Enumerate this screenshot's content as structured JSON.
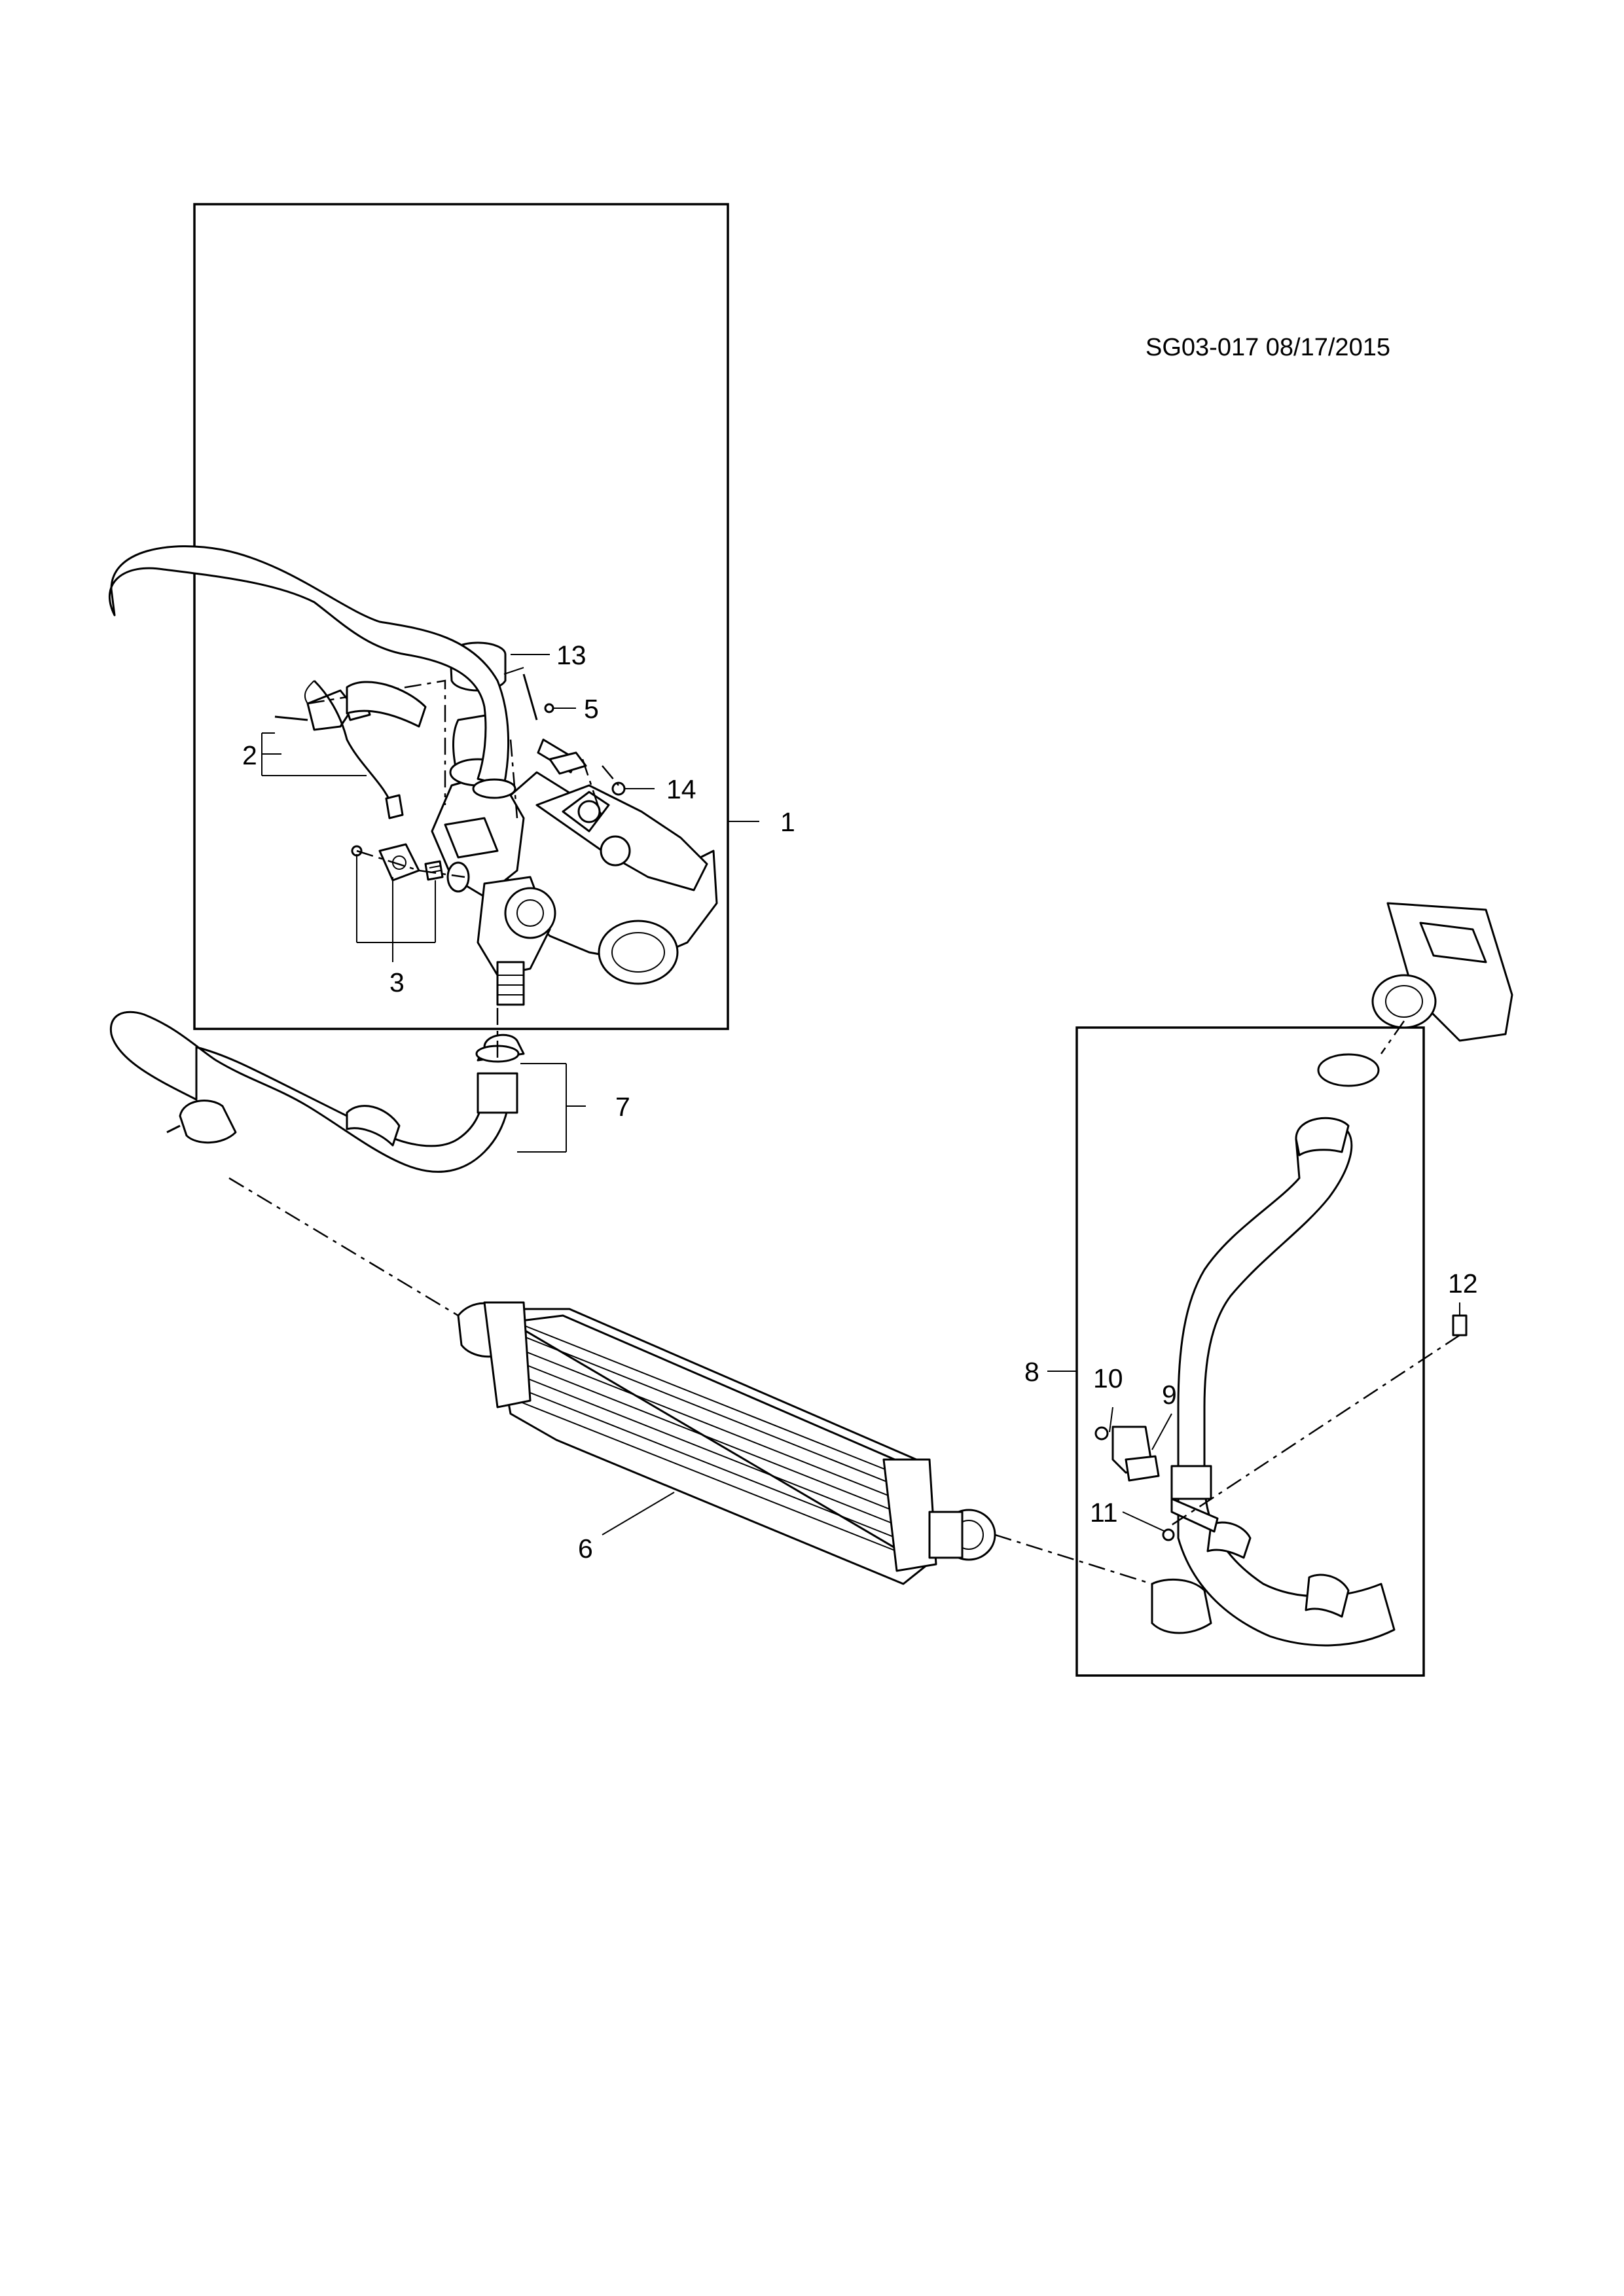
{
  "drawing_ref": "SG03-017 08/17/2015",
  "callouts": {
    "c1": "1",
    "c2": "2",
    "c3": "3",
    "c5": "5",
    "c6": "6",
    "c7": "7",
    "c8": "8",
    "c9": "9",
    "c10": "10",
    "c11": "11",
    "c12": "12",
    "c13": "13",
    "c14": "14"
  }
}
